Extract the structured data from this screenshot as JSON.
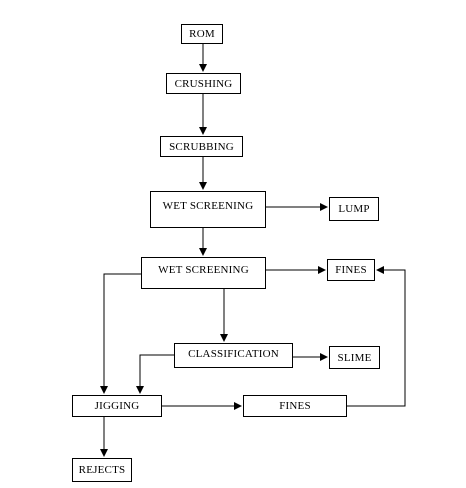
{
  "diagram": {
    "type": "flowchart",
    "line_color": "#000000",
    "nodes": {
      "rom": "ROM",
      "crushing": "CRUSHING",
      "scrubbing": "SCRUBBING",
      "wet_screening_1": "WET SCREENING",
      "lump": "LUMP",
      "wet_screening_2": "WET SCREENING",
      "fines_1": "FINES",
      "classification": "CLASSIFICATION",
      "slime": "SLIME",
      "jigging": "JIGGING",
      "fines_2": "FINES",
      "rejects": "REJECTS"
    },
    "edges": [
      [
        "rom",
        "crushing"
      ],
      [
        "crushing",
        "scrubbing"
      ],
      [
        "scrubbing",
        "wet_screening_1"
      ],
      [
        "wet_screening_1",
        "lump"
      ],
      [
        "wet_screening_1",
        "wet_screening_2"
      ],
      [
        "wet_screening_2",
        "fines_1"
      ],
      [
        "wet_screening_2",
        "classification"
      ],
      [
        "wet_screening_2",
        "jigging"
      ],
      [
        "classification",
        "slime"
      ],
      [
        "classification",
        "jigging"
      ],
      [
        "jigging",
        "fines_2"
      ],
      [
        "jigging",
        "rejects"
      ],
      [
        "fines_2",
        "fines_1"
      ]
    ]
  }
}
